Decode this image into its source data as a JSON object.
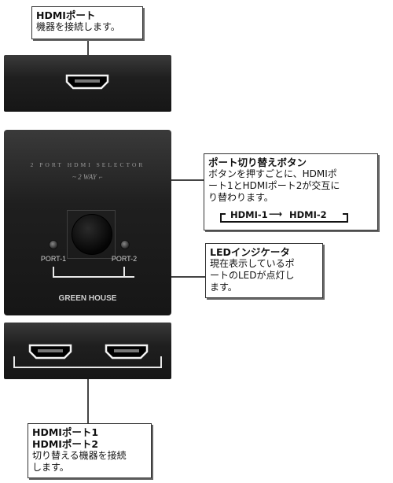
{
  "callouts": {
    "hdmi_port": {
      "title": "HDMIポート",
      "text": "機器を接続します。"
    },
    "switch_button": {
      "title": "ポート切り替えボタン",
      "lines": [
        "ボタンを押すごとに、HDMIポ",
        "ート1とHDMIポート2が交互に",
        "り替わります。"
      ],
      "flow_from": "HDMI-1",
      "flow_to": "HDMI-2"
    },
    "led": {
      "title": "LEDインジケータ",
      "lines": [
        "現在表示しているポ",
        "ートのLEDが点灯し",
        "ます。"
      ]
    },
    "input_ports": {
      "title_lines": [
        "HDMIポート1",
        "HDMIポート2"
      ],
      "lines": [
        "切り替える機器を接続",
        "します。"
      ]
    }
  },
  "device": {
    "model_text": "2 PORT HDMI SELECTOR",
    "subtitle": "2 WAY",
    "port1_label": "PORT-1",
    "port2_label": "PORT-2",
    "brand": "GREEN HOUSE"
  },
  "icons": {
    "connector": "hdmi-port-icon",
    "indicator": "led-icon",
    "switch": "push-button-icon"
  }
}
